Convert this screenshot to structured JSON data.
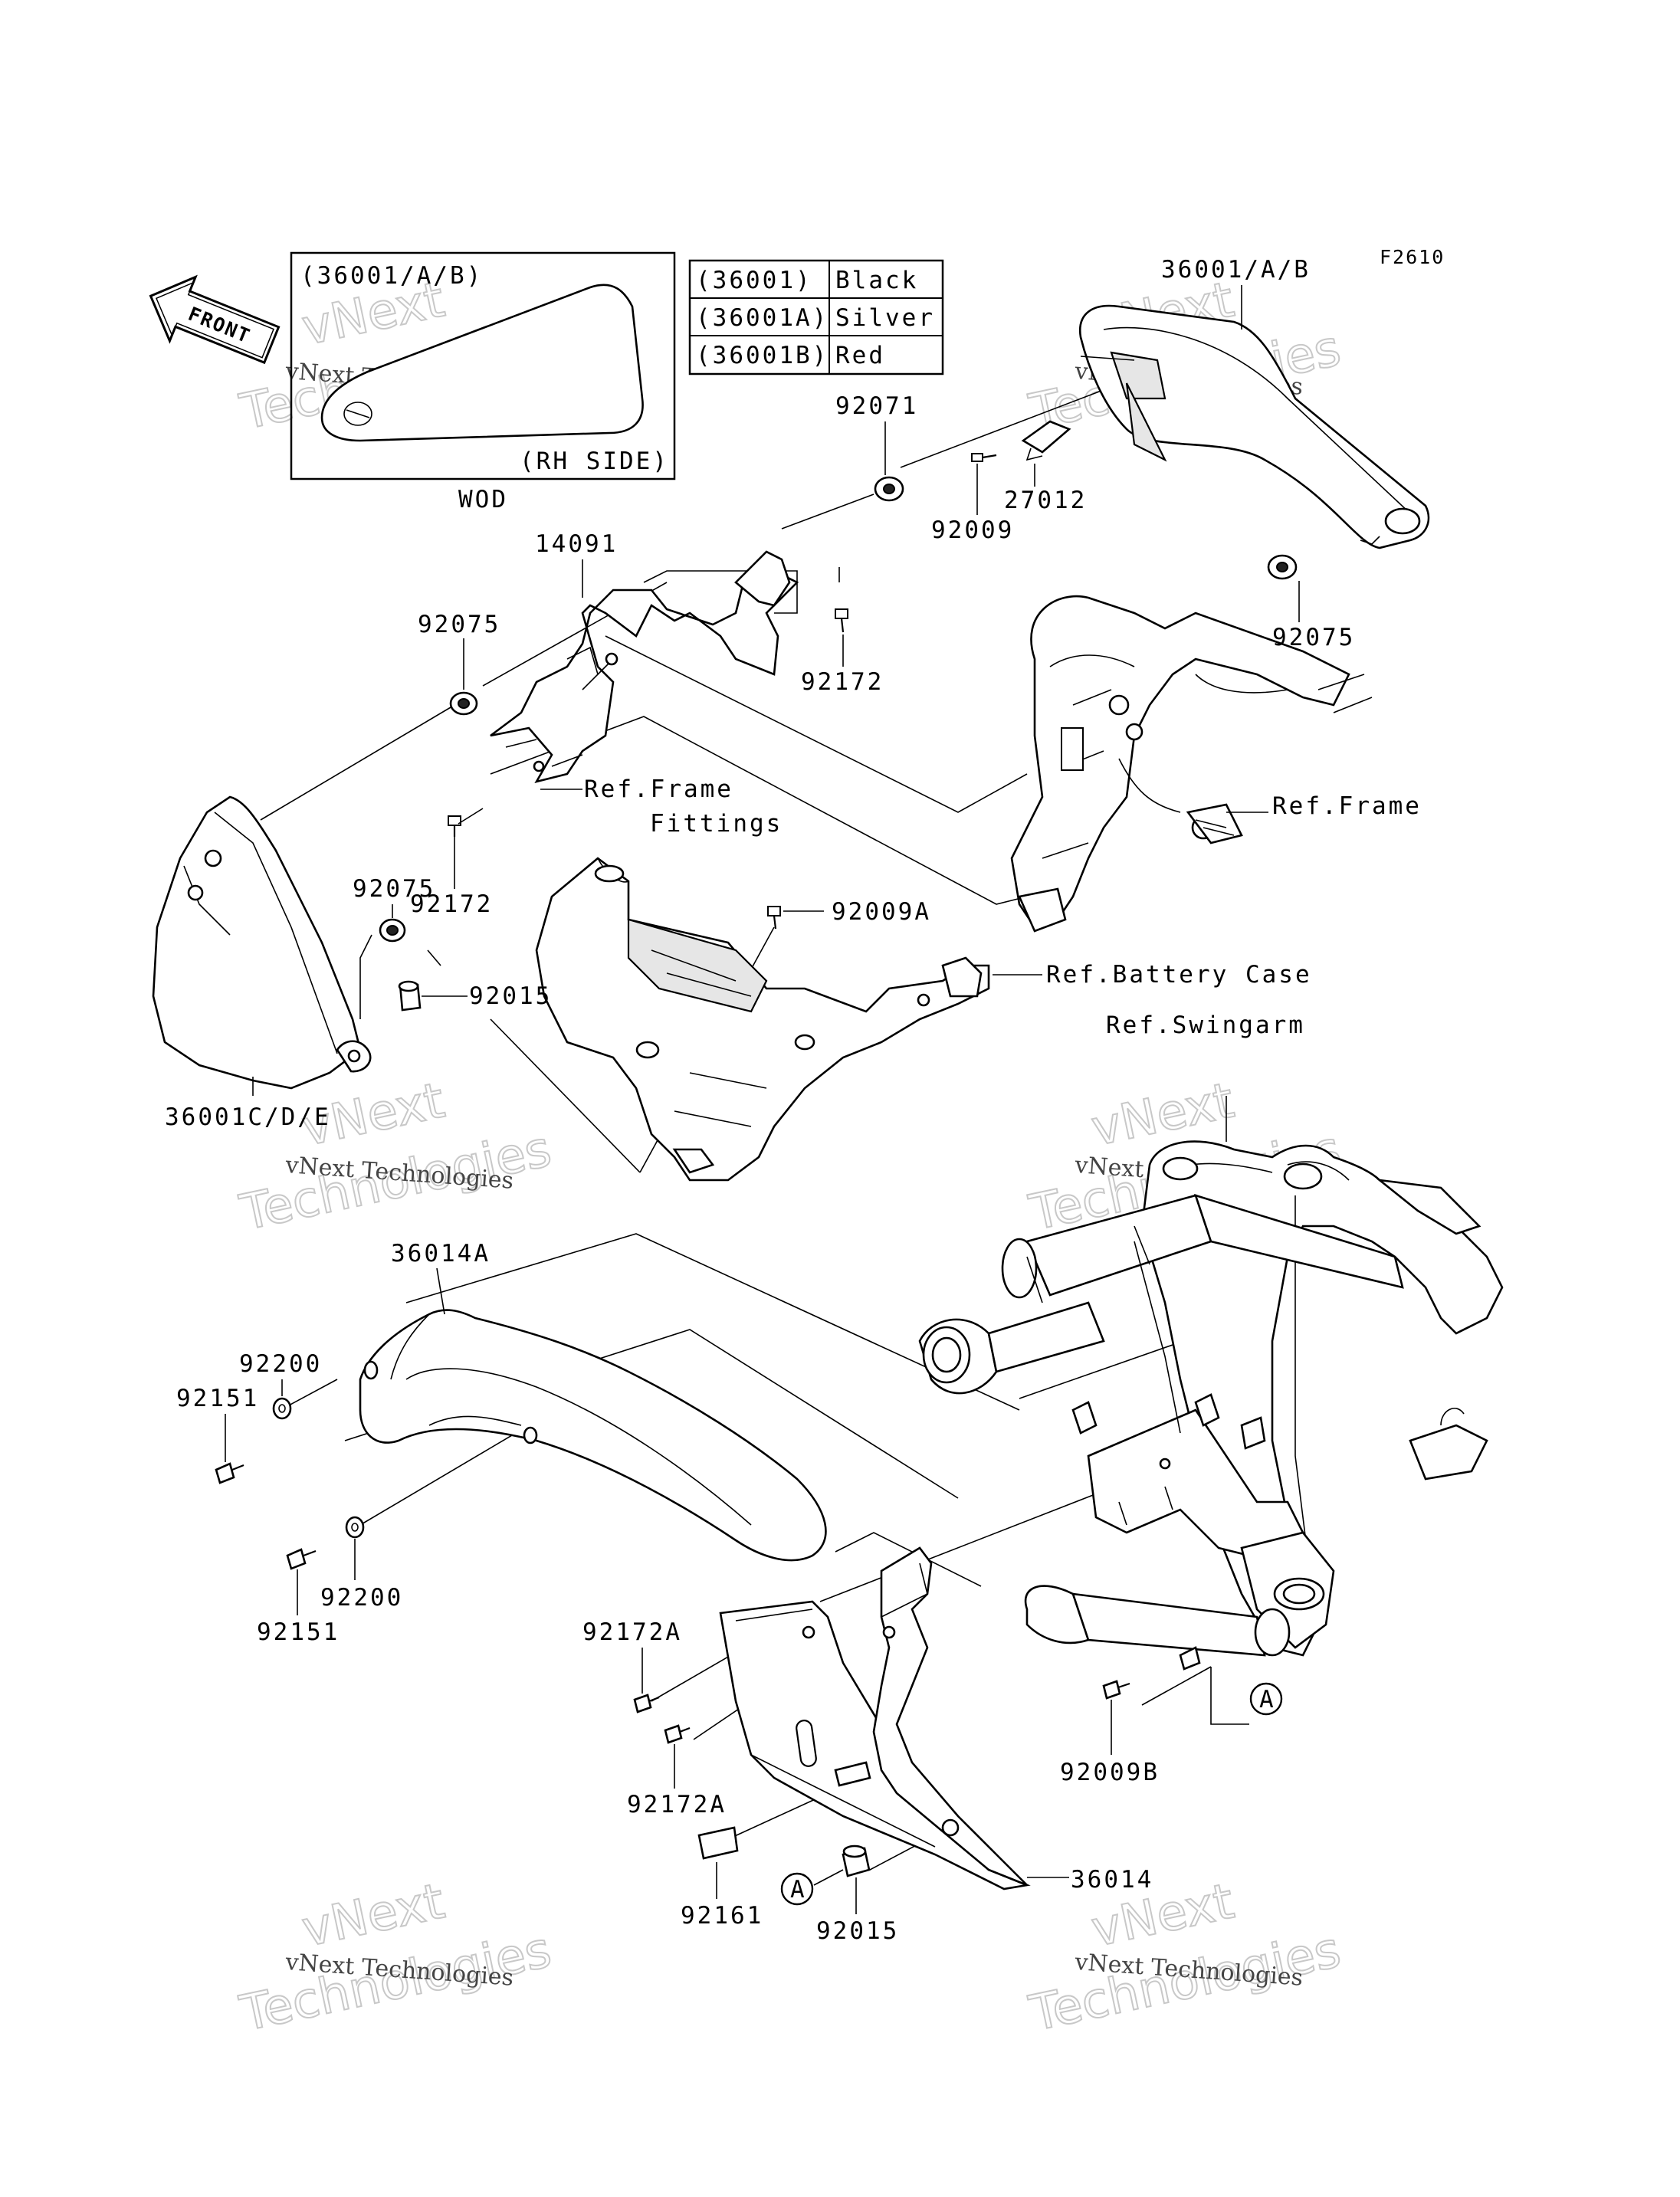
{
  "figure_code": "F2610",
  "front_arrow": {
    "label": "FRONT",
    "icon": "front-arrow-icon"
  },
  "inset": {
    "title": "(36001/A/B)",
    "side_label": "(RH SIDE)",
    "caption": "WOD"
  },
  "color_table": {
    "rows": [
      {
        "code": "(36001)",
        "color": "Black"
      },
      {
        "code": "(36001A)",
        "color": "Silver"
      },
      {
        "code": "(36001B)",
        "color": "Red"
      }
    ]
  },
  "callouts": {
    "p36001_ab": "36001/A/B",
    "p92071": "92071",
    "p92009_top": "92009",
    "p27012": "27012",
    "p92075_right": "92075",
    "p14091": "14091",
    "p92075_left": "92075",
    "p92172_top": "92172",
    "ref_frame_fittings_1": "Ref.Frame",
    "ref_frame_fittings_2": "Fittings",
    "ref_frame": "Ref.Frame",
    "p92075_mid": "92075",
    "p92172_mid": "92172",
    "p92009a": "92009A",
    "ref_battery_case": "Ref.Battery Case",
    "p92015_top": "92015",
    "ref_swingarm": "Ref.Swingarm",
    "p36001cde": "36001C/D/E",
    "p36014a": "36014A",
    "p92200_top": "92200",
    "p92151_top": "92151",
    "p92200_bottom": "92200",
    "p92151_bottom": "92151",
    "p92172a_top": "92172A",
    "p92172a_bottom": "92172A",
    "p92009b": "92009B",
    "marker_a_right": "A",
    "marker_a_left": "A",
    "p36014": "36014",
    "p92161": "92161",
    "p92015_bottom": "92015"
  },
  "watermarks": {
    "big_1": "vNext",
    "big_2": "Technologies",
    "small": "vNext Technologies"
  }
}
